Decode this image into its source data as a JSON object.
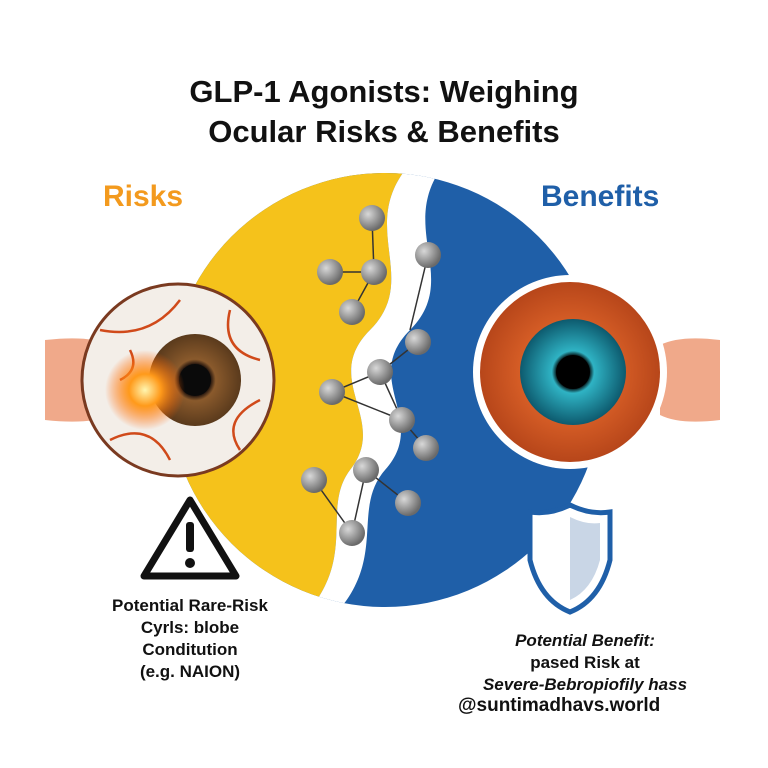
{
  "title": {
    "line1": "GLP-1 Agonists: Weighing",
    "line2": "Ocular Risks & Benefits"
  },
  "risks": {
    "label": "Risks",
    "caption": [
      "Potential Rare-Risk",
      "Cyrls: blobe",
      "Conditution",
      "(e.g. NAION)"
    ],
    "icon": "warning-triangle-icon"
  },
  "benefits": {
    "label": "Benefits",
    "caption": [
      "Potential Benefit:",
      "pased Risk at",
      "Severe-Bebropiofily hass"
    ],
    "icon": "shield-icon"
  },
  "handle": "@suntimadhavs.world",
  "colors": {
    "risk": "#F5C21B",
    "benefit": "#1F5FA8",
    "risk_text": "#F39A1E"
  }
}
